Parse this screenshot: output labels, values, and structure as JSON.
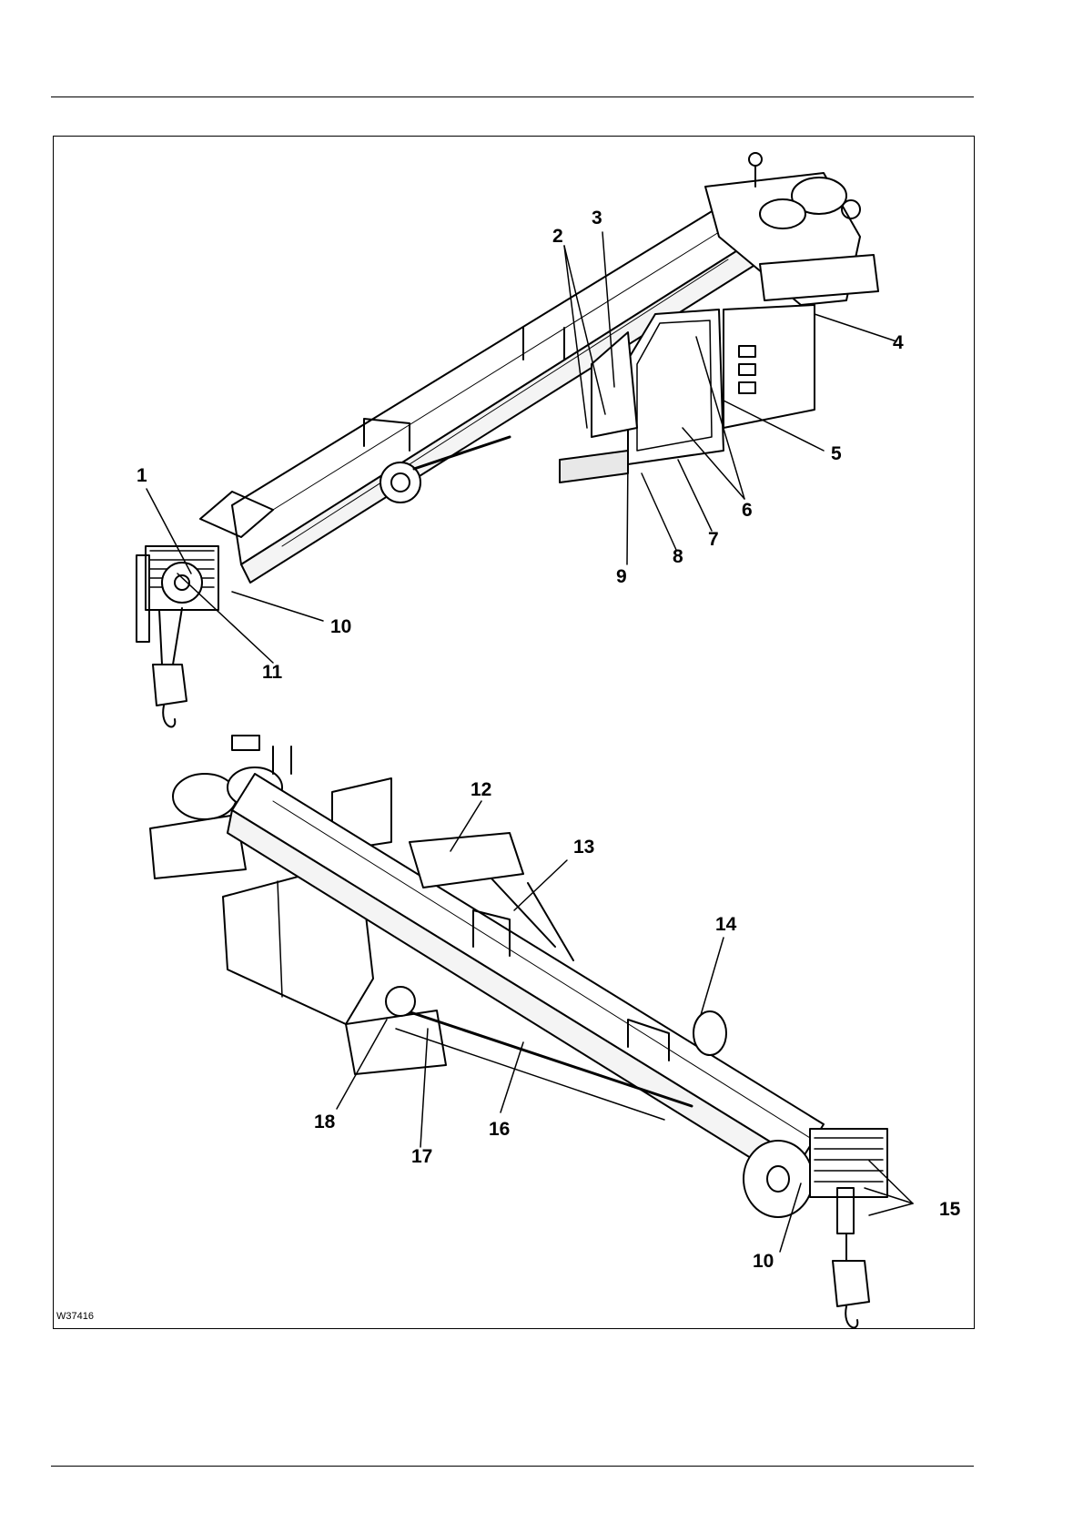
{
  "figure": {
    "code": "W37416",
    "callouts": [
      "1",
      "2",
      "3",
      "4",
      "5",
      "6",
      "7",
      "8",
      "9",
      "10",
      "11",
      "12",
      "13",
      "14",
      "10",
      "15",
      "16",
      "17",
      "18"
    ]
  }
}
